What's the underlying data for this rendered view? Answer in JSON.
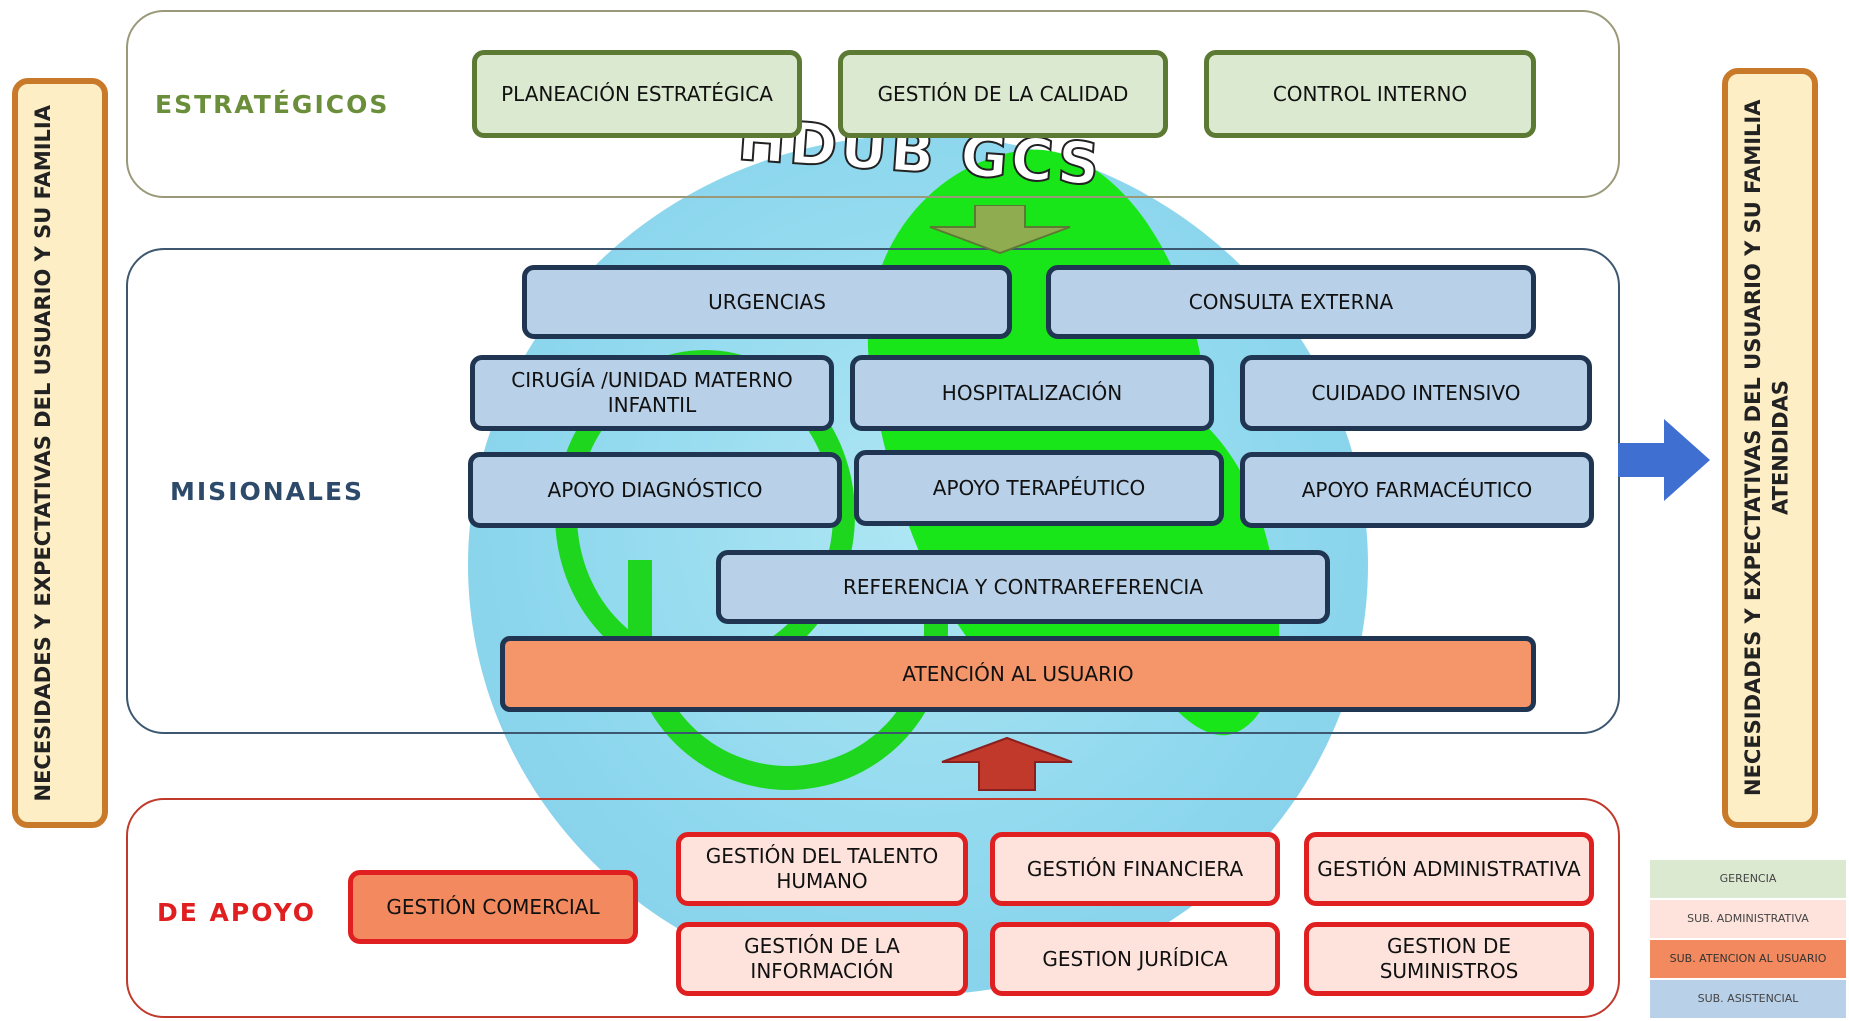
{
  "logo": {
    "text": "HDUB GCS"
  },
  "left_banner": {
    "label": "NECESIDADES Y EXPECTATIVAS DEL USUARIO Y SU FAMILIA"
  },
  "right_banner": {
    "label": "NECESIDADES Y EXPECTATIVAS DEL USUARIO Y SU FAMILIA ATENDIDAS"
  },
  "estrategicos": {
    "label": "ESTRATÉGICOS",
    "label_color": "#6a8e3a",
    "boxes": [
      "PLANEACIÓN ESTRATÉGICA",
      "GESTIÓN DE LA CALIDAD",
      "CONTROL INTERNO"
    ]
  },
  "misionales": {
    "label": "MISIONALES",
    "label_color": "#2e4a6b",
    "row1": [
      "URGENCIAS",
      "CONSULTA EXTERNA"
    ],
    "row2": [
      "CIRUGÍA /UNIDAD MATERNO INFANTIL",
      "HOSPITALIZACIÓN",
      "CUIDADO INTENSIVO"
    ],
    "row3": [
      "APOYO DIAGNÓSTICO",
      "APOYO TERAPÉUTICO",
      "APOYO FARMACÉUTICO"
    ],
    "row4": [
      "REFERENCIA Y CONTRAREFERENCIA"
    ],
    "row5": [
      "ATENCIÓN AL USUARIO"
    ]
  },
  "de_apoyo": {
    "label": "DE APOYO",
    "label_color": "#e02020",
    "comercial": "GESTIÓN COMERCIAL",
    "top": [
      "GESTIÓN DEL TALENTO HUMANO",
      "GESTIÓN FINANCIERA",
      "GESTIÓN ADMINISTRATIVA"
    ],
    "bottom": [
      "GESTIÓN DE LA INFORMACIÓN",
      "GESTION JURÍDICA",
      "GESTION DE SUMINISTROS"
    ]
  },
  "legend": [
    {
      "label": "GERENCIA",
      "color": "#dbe9d0"
    },
    {
      "label": "SUB. ADMINISTRATIVA",
      "color": "#fde3dc"
    },
    {
      "label": "SUB. ATENCION AL USUARIO",
      "color": "#f3895e"
    },
    {
      "label": "SUB. ASISTENCIAL",
      "color": "#b8d0e8"
    }
  ],
  "colors": {
    "arrow_down": "#8fac50",
    "arrow_up": "#c0392b",
    "arrow_right": "#3f6fd0"
  }
}
